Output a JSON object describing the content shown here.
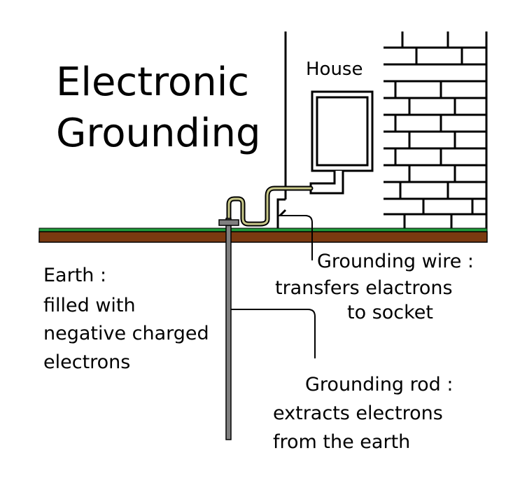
{
  "title": {
    "line1": "Electronic",
    "line2": "Grounding"
  },
  "house_label": "House",
  "earth": {
    "line1": "Earth :",
    "line2": "filled with",
    "line3": "negative charged",
    "line4": "electrons"
  },
  "grounding_wire": {
    "line1": "Grounding wire :",
    "line2": "transfers elactrons",
    "line3": "to socket"
  },
  "grounding_rod": {
    "line1": "Grounding rod :",
    "line2": "extracts electrons",
    "line3": "from the earth"
  },
  "colors": {
    "grass": "#1f9a3a",
    "soil": "#7a3a10",
    "rod": "#7f7f7f",
    "wire": "#c9c98a"
  }
}
